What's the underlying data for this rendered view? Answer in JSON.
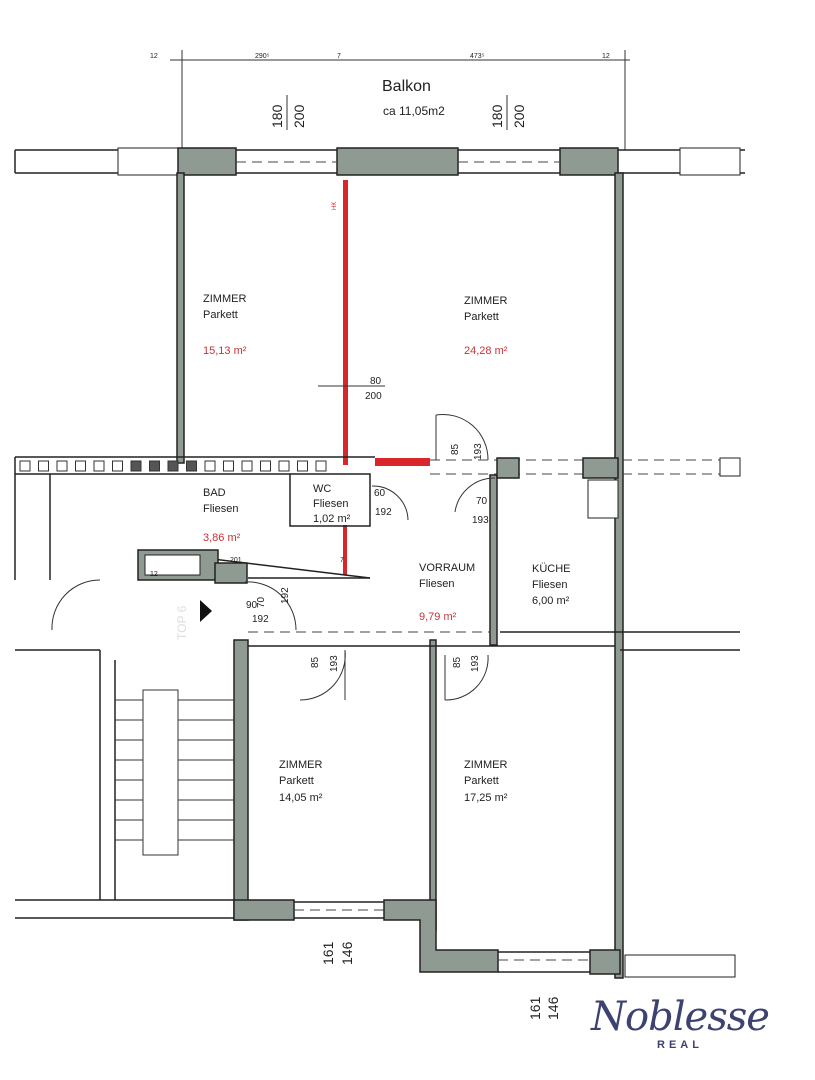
{
  "dimensions": {
    "top": [
      "12",
      "290⁵",
      "7",
      "473⁵",
      "12"
    ]
  },
  "balcony": {
    "title": "Balkon",
    "area": "ca 11,05m2"
  },
  "window_heights": {
    "a": "180",
    "b": "200"
  },
  "rooms": [
    {
      "name": "ZIMMER",
      "floor": "Parkett",
      "area": "15,13 m²"
    },
    {
      "name": "ZIMMER",
      "floor": "Parkett",
      "area": "24,28 m²"
    },
    {
      "name": "BAD",
      "floor": "Fliesen",
      "area": "3,86 m²"
    },
    {
      "name": "WC",
      "floor": "Fliesen",
      "area": "1,02 m²"
    },
    {
      "name": "VORRAUM",
      "floor": "Fliesen",
      "area": "9,79 m²"
    },
    {
      "name": "KÜCHE",
      "floor": "Fliesen",
      "area": "6,00 m²"
    },
    {
      "name": "ZIMMER",
      "floor": "Parkett",
      "area": "14,05 m²"
    },
    {
      "name": "ZIMMER",
      "floor": "Parkett",
      "area": "17,25 m²"
    }
  ],
  "doors": {
    "new_door": [
      "80",
      "200"
    ],
    "d85": "85",
    "d193": "193",
    "d60": "60",
    "d192": "192",
    "d70": "70",
    "d90": "90",
    "d201": "201",
    "d12": "12",
    "d7": "7",
    "hk": "HK"
  },
  "bottom_window": {
    "a": "161",
    "b": "146"
  },
  "unit_label": "TOP 6",
  "logo": {
    "script": "Noblesse",
    "sub": "REAL"
  }
}
